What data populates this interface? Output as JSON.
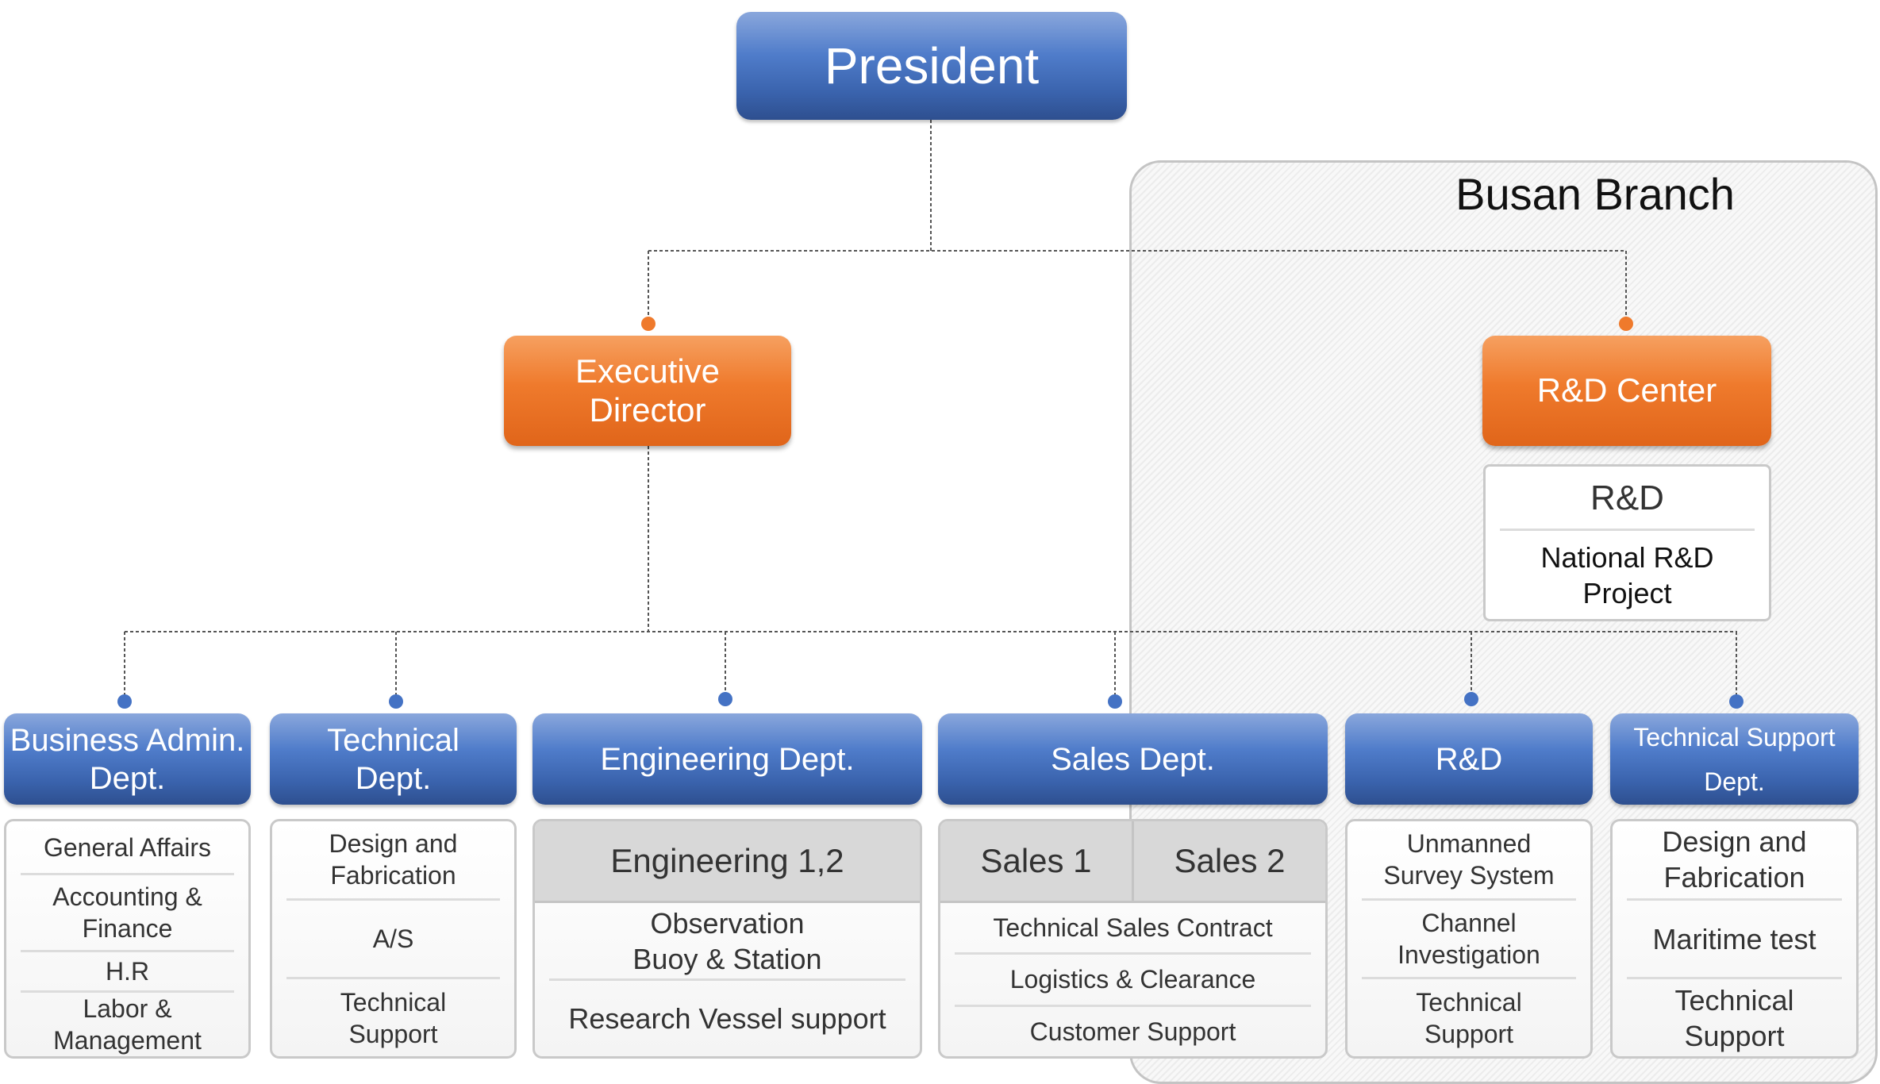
{
  "branch": {
    "title": "Busan Branch"
  },
  "president": "President",
  "executive_director": "Executive Director",
  "rd_center": {
    "title": "R&D Center",
    "items": [
      "R&D",
      "National R&D Project"
    ]
  },
  "colors": {
    "blue": "#4f7cca",
    "orange": "#ef7a2c",
    "dot_blue": "#4472c4",
    "dot_orange": "#ef7a2c"
  },
  "departments": [
    {
      "name": "Business Admin. Dept.",
      "items": [
        "General Affairs",
        "Accounting & Finance",
        "H.R",
        "Labor & Management"
      ]
    },
    {
      "name": "Technical Dept.",
      "items": [
        "Design and Fabrication",
        "A/S",
        "Technical Support"
      ]
    },
    {
      "name": "Engineering Dept.",
      "groups": [
        "Engineering 1,2"
      ],
      "items": [
        "Observation Buoy & Station",
        "Research Vessel support"
      ]
    },
    {
      "name": "Sales Dept.",
      "groups": [
        "Sales 1",
        "Sales 2"
      ],
      "items": [
        "Technical Sales Contract",
        "Logistics & Clearance",
        "Customer Support"
      ]
    },
    {
      "name": "R&D",
      "items": [
        "Unmanned Survey System",
        "Channel Investigation",
        "Technical Support"
      ]
    },
    {
      "name": "Technical Support Dept.",
      "items": [
        "Design and Fabrication",
        "Maritime test",
        "Technical Support"
      ]
    }
  ]
}
